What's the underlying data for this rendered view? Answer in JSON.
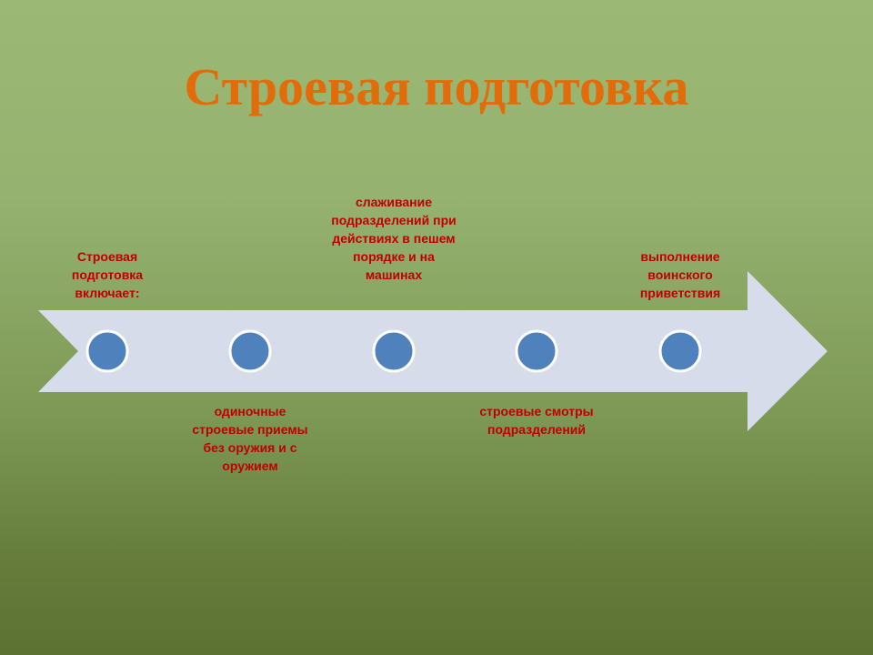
{
  "colors": {
    "title": "#e36c0a",
    "label_text": "#c00000",
    "arrow_fill": "#d6dcea",
    "circle_fill": "#4f81bd",
    "circle_stroke": "#ffffff"
  },
  "slide": {
    "title": "Строевая подготовка"
  },
  "diagram": {
    "type": "timeline-arrow",
    "steps": [
      {
        "label": "Строевая подготовка включает:",
        "position": "above"
      },
      {
        "label": "одиночные строевые приемы без оружия и с оружием",
        "position": "below"
      },
      {
        "label": "слаживание подразделений при действиях в пешем порядке и на машинах",
        "position": "above"
      },
      {
        "label": "строевые смотры подразделений",
        "position": "below"
      },
      {
        "label": "выполнение воинского приветствия",
        "position": "above"
      }
    ]
  }
}
